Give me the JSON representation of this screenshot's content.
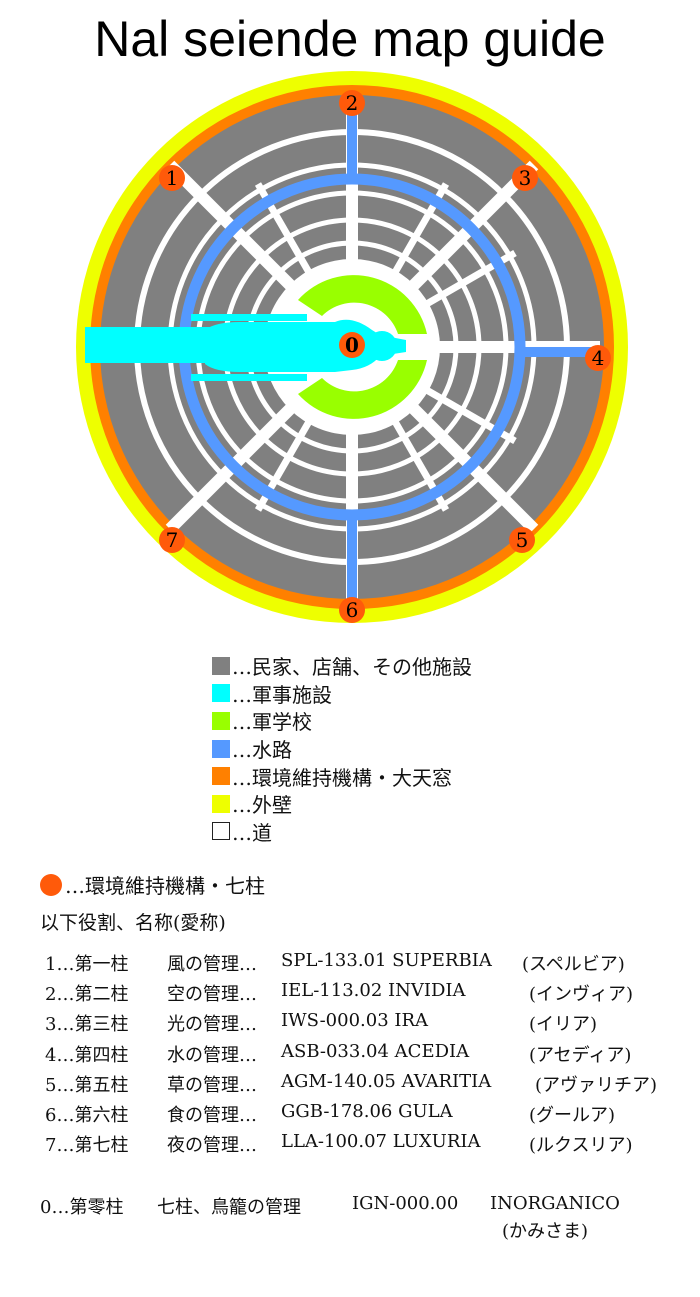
{
  "title": "Nal seiende map guide",
  "markers": [
    "1",
    "2",
    "3",
    "4",
    "5",
    "6",
    "7",
    "0"
  ],
  "colors": {
    "residential": "#808080",
    "military": "#00ffff",
    "school": "#99ff00",
    "waterway": "#5599ff",
    "env": "#ff8000",
    "wall": "#eeff00",
    "road": "#ffffff",
    "pillar": "#ff5a0a"
  },
  "legend": [
    {
      "label": "…民家、店舗、その他施設",
      "color": "#808080"
    },
    {
      "label": "…軍事施設",
      "color": "#00ffff"
    },
    {
      "label": "…軍学校",
      "color": "#99ff00"
    },
    {
      "label": "…水路",
      "color": "#5599ff"
    },
    {
      "label": "…環境維持機構・大天窓",
      "color": "#ff8000"
    },
    {
      "label": "…外壁",
      "color": "#eeff00"
    },
    {
      "label": "…道",
      "color": "#ffffff"
    }
  ],
  "pillar_legend": "…環境維持機構・七柱",
  "roles_heading": "以下役割、名称(愛称)",
  "pillars": [
    {
      "num": "1…第一柱",
      "role": "風の管理…",
      "code": "SPL-133.01 SUPERBIA",
      "nick": "(スペルビア)"
    },
    {
      "num": "2…第二柱",
      "role": "空の管理…",
      "code": "IEL-113.02 INVIDIA",
      "nick": "(インヴィア)"
    },
    {
      "num": "3…第三柱",
      "role": "光の管理…",
      "code": "IWS-000.03 IRA",
      "nick": "(イリア)"
    },
    {
      "num": "4…第四柱",
      "role": "水の管理…",
      "code": "ASB-033.04 ACEDIA",
      "nick": "(アセディア)"
    },
    {
      "num": "5…第五柱",
      "role": "草の管理…",
      "code": "AGM-140.05 AVARITIA",
      "nick": "(アヴァリチア)"
    },
    {
      "num": "6…第六柱",
      "role": "食の管理…",
      "code": "GGB-178.06 GULA",
      "nick": "(グールア)"
    },
    {
      "num": "7…第七柱",
      "role": "夜の管理…",
      "code": "LLA-100.07 LUXURIA",
      "nick": "(ルクスリア)"
    }
  ],
  "zero": {
    "num": "0…第零柱",
    "role": "七柱、鳥籠の管理",
    "code": "IGN-000.00",
    "name": "INORGANICO",
    "nick": "(かみさま)"
  }
}
